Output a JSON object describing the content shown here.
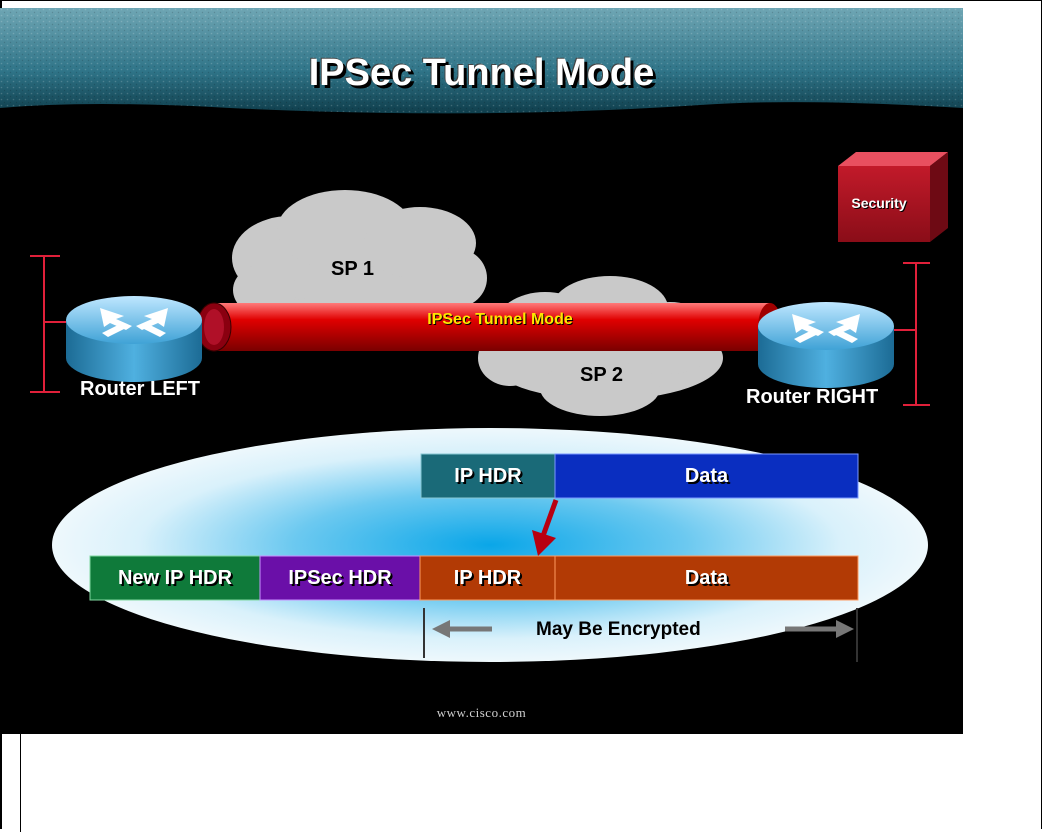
{
  "title": "IPSec Tunnel Mode",
  "security_label": "Security",
  "clouds": {
    "sp1": "SP 1",
    "sp2": "SP 2"
  },
  "tunnel_label": "IPSec Tunnel Mode",
  "routers": {
    "left": "Router LEFT",
    "right": "Router RIGHT"
  },
  "original_packet": [
    "IP HDR",
    "Data"
  ],
  "encapsulated_packet": [
    "New IP HDR",
    "IPSec HDR",
    "IP HDR",
    "Data"
  ],
  "encrypted_label": "May Be Encrypted",
  "footer": "www.cisco.com",
  "colors": {
    "tunnel": "#d40000",
    "new_ip_hdr": "#0f7a3a",
    "ipsec_hdr": "#6a0fa8",
    "inner_payload": "#b23a05",
    "original_ip_hdr": "#1a6a78",
    "original_data": "#0a2ec0"
  }
}
